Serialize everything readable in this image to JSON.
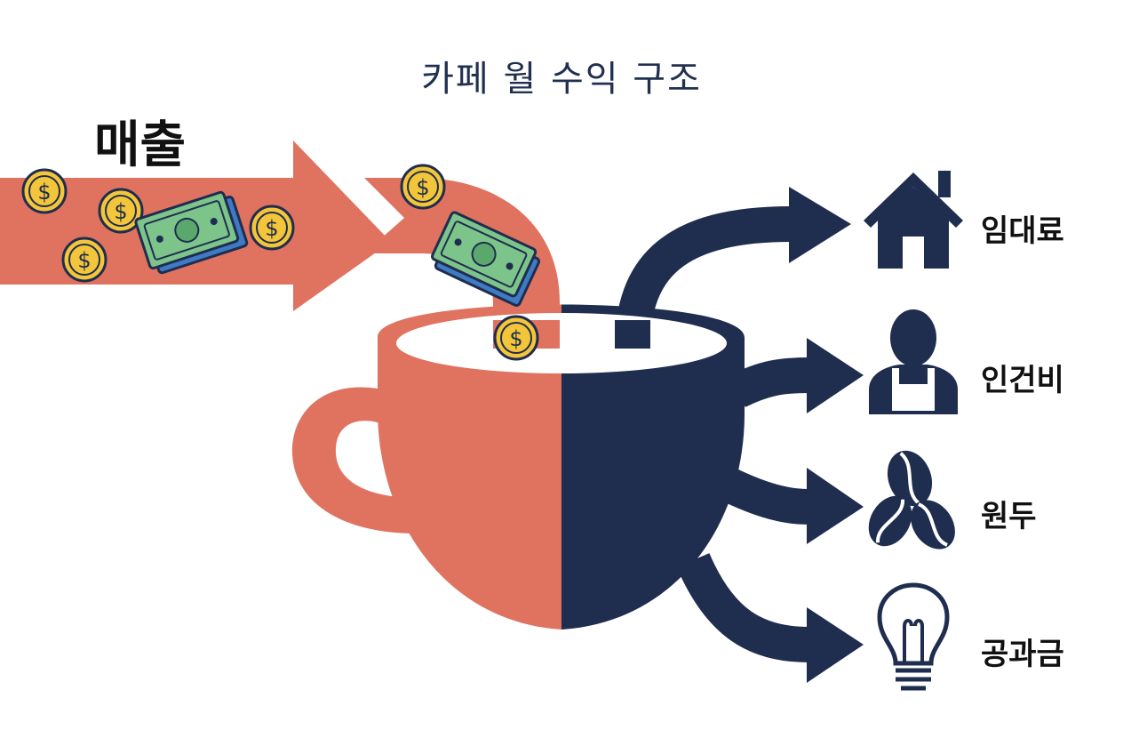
{
  "title": "카페 월 수익 구조",
  "revenue": {
    "label": "매출"
  },
  "expenses": [
    {
      "label": "임대료",
      "icon": "house-icon"
    },
    {
      "label": "인건비",
      "icon": "worker-icon"
    },
    {
      "label": "원두",
      "icon": "coffee-beans-icon"
    },
    {
      "label": "공과금",
      "icon": "lightbulb-icon"
    }
  ],
  "colors": {
    "revenue": "#e07360",
    "expense": "#1f2d4f",
    "coin": "#f3c53a",
    "bill": "#7cc48a",
    "bill_back": "#3f7ac4",
    "text": "#111111"
  }
}
